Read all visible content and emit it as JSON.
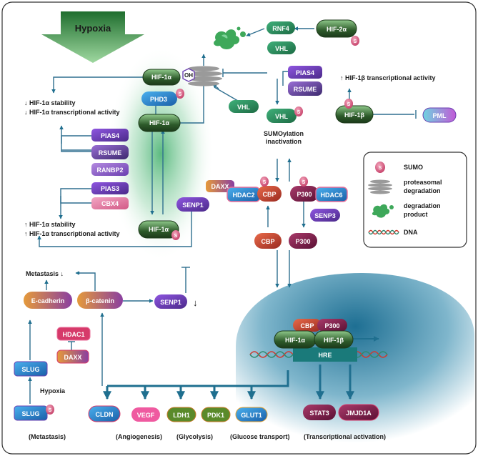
{
  "hypoxia_top": "Hypoxia",
  "hypoxia_small": "Hypoxia",
  "molecules": {
    "hif1a": "HIF-1α",
    "oh": "OH",
    "phd3": "PHD3",
    "rnf4": "RNF4",
    "vhl": "VHL",
    "hif2a": "HIF-2α",
    "pias4": "PIAS4",
    "rsume": "RSUME",
    "ranbp2": "RANBP2",
    "pias3": "PIAS3",
    "cbx4": "CBX4",
    "senp1": "SENP1",
    "senp3": "SENP3",
    "daxx": "DAXX",
    "hdac2": "HDAC2",
    "cbp": "CBP",
    "p300": "P300",
    "hdac6": "HDAC6",
    "hif1b": "HIF-1β",
    "pml": "PML",
    "ecadherin": "E-cadherin",
    "bcatenin": "β-catenin",
    "hdac1": "HDAC1",
    "slug": "SLUG",
    "claudin": "CLDN",
    "vegf": "VEGF",
    "ldh1": "LDH1",
    "pdk1": "PDK1",
    "glut1": "GLUT1",
    "stat3": "STAT3",
    "jmjd1a": "JMJD1A",
    "hre": "HRE",
    "sumo_s": "S"
  },
  "labels": {
    "stability_down": "↓ HIF-1α stability",
    "activity_down": "↓ HIF-1α transcriptional activity",
    "stability_up": "↑ HIF-1α stability",
    "activity_up": "↑ HIF-1α transcriptional activity",
    "hif1b_activity": "↑ HIF-1β transcriptional activity",
    "sumo_inact_1": "SUMOylation",
    "sumo_inact_2": "inactivation",
    "metastasis_down": "Metastasis ↓",
    "senp1_down_arrow": "↓"
  },
  "legend": {
    "sumo": "SUMO",
    "proteasomal_1": "proteasomal",
    "proteasomal_2": "degradation",
    "degradation_1": "degradation",
    "degradation_2": "product",
    "dna": "DNA"
  },
  "captions": {
    "metastasis": "(Metastasis)",
    "angiogenesis": "(Angiogenesis)",
    "glycolysis": "(Glycolysis)",
    "glucose": "(Glucose transport)",
    "transcriptional": "(Transcriptional activation)"
  },
  "colors": {
    "arrow": "#2f6f8f",
    "hif_dark": "#2d5a2a",
    "vhl_green": "#2e8b57",
    "pias_purple": "#6a3fb0",
    "pink": "#e86f9a",
    "sumo_pink": "#d4567b",
    "cbp_red": "#d0492f",
    "p300_maroon": "#7a1a4a",
    "blue": "#2176c9"
  }
}
